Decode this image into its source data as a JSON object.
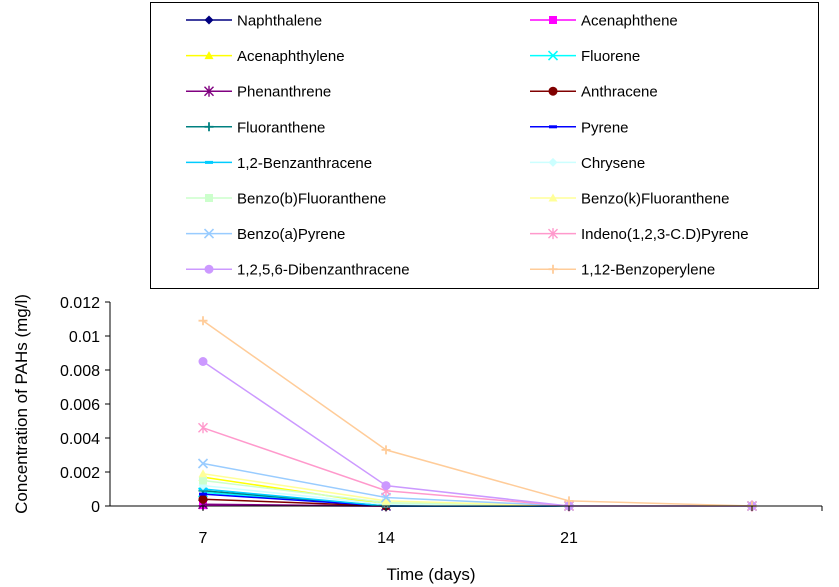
{
  "chart_data": {
    "type": "line",
    "title": "",
    "xlabel": "Time (days)",
    "ylabel": "Concentration of PAHs (mg/l)",
    "x": [
      7,
      14,
      21,
      28
    ],
    "x_tick_labels": [
      "7",
      "14",
      "21"
    ],
    "y_ticks": [
      "0",
      "0.002",
      "0.004",
      "0.006",
      "0.008",
      "0.01",
      "0.012"
    ],
    "ylim": [
      0,
      0.012
    ],
    "grid": false,
    "legend_position": "top",
    "series": [
      {
        "name": "Naphthalene",
        "color": "#000080",
        "marker": "diamond",
        "values": [
          3e-05,
          0,
          0,
          0
        ]
      },
      {
        "name": "Acenaphthene",
        "color": "#ff00ff",
        "marker": "square",
        "values": [
          5e-05,
          0,
          0,
          0
        ]
      },
      {
        "name": "Acenaphthylene",
        "color": "#ffff00",
        "marker": "triangle",
        "values": [
          0.0017,
          0.0001,
          0,
          0
        ]
      },
      {
        "name": "Fluorene",
        "color": "#00ffff",
        "marker": "x",
        "values": [
          0.0008,
          0,
          0,
          0
        ]
      },
      {
        "name": "Phenanthrene",
        "color": "#800080",
        "marker": "star",
        "values": [
          0.0001,
          0,
          0,
          0
        ]
      },
      {
        "name": "Anthracene",
        "color": "#800000",
        "marker": "circle",
        "values": [
          0.0004,
          0,
          0,
          0
        ]
      },
      {
        "name": "Fluoranthene",
        "color": "#008080",
        "marker": "plus",
        "values": [
          0.0009,
          0,
          0,
          0
        ]
      },
      {
        "name": "Pyrene",
        "color": "#0000ff",
        "marker": "dash",
        "values": [
          0.0007,
          0,
          0,
          0
        ]
      },
      {
        "name": "1,2-Benzanthracene",
        "color": "#00ccff",
        "marker": "dash",
        "values": [
          0.001,
          0,
          0,
          0
        ]
      },
      {
        "name": "Chrysene",
        "color": "#ccffff",
        "marker": "diamond",
        "values": [
          0.0012,
          0.0001,
          0,
          0
        ]
      },
      {
        "name": "Benzo(b)Fluoranthene",
        "color": "#ccffcc",
        "marker": "square",
        "values": [
          0.0015,
          0.0002,
          0,
          0
        ]
      },
      {
        "name": "Benzo(k)Fluoranthene",
        "color": "#ffff99",
        "marker": "triangle",
        "values": [
          0.0019,
          0.0003,
          0,
          0
        ]
      },
      {
        "name": "Benzo(a)Pyrene",
        "color": "#99ccff",
        "marker": "x",
        "values": [
          0.0025,
          0.0005,
          0,
          0
        ]
      },
      {
        "name": "Indeno(1,2,3-C.D)Pyrene",
        "color": "#ff99cc",
        "marker": "star",
        "values": [
          0.0046,
          0.0009,
          0,
          0
        ]
      },
      {
        "name": "1,2,5,6-Dibenzanthracene",
        "color": "#cc99ff",
        "marker": "circle",
        "values": [
          0.0085,
          0.0012,
          0,
          0
        ]
      },
      {
        "name": "1,12-Benzoperylene",
        "color": "#ffcc99",
        "marker": "plus",
        "values": [
          0.0109,
          0.0033,
          0.0003,
          0
        ]
      }
    ]
  }
}
